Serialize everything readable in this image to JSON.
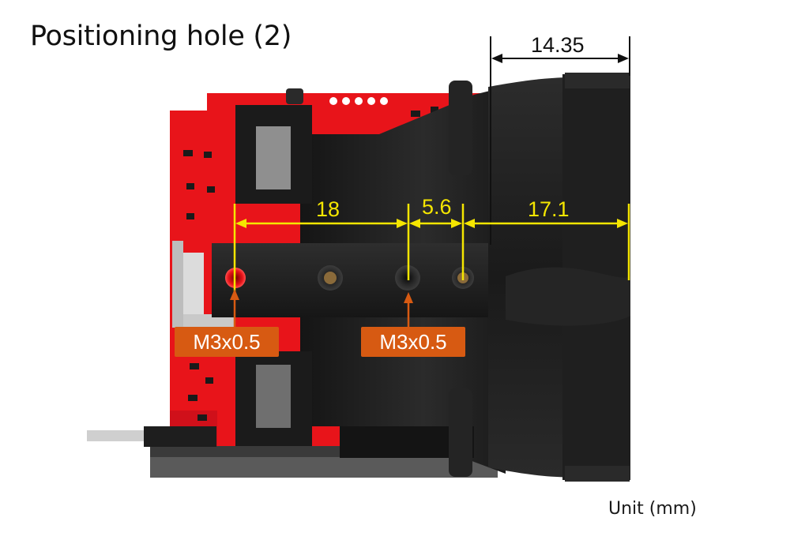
{
  "title": "Positioning hole (2)",
  "unit_text": "Unit (mm)",
  "dimensions": {
    "top_width": "14.35",
    "hole_spacing_1": "18",
    "hole_spacing_2": "5.6",
    "front_offset": "17.1"
  },
  "thread_labels": [
    "M3x0.5",
    "M3x0.5"
  ],
  "colors": {
    "pcb_red": "#e8141a",
    "dimension_yellow": "#f5e600",
    "label_orange": "#d75a12",
    "dark_body": "#1c1c1c"
  }
}
